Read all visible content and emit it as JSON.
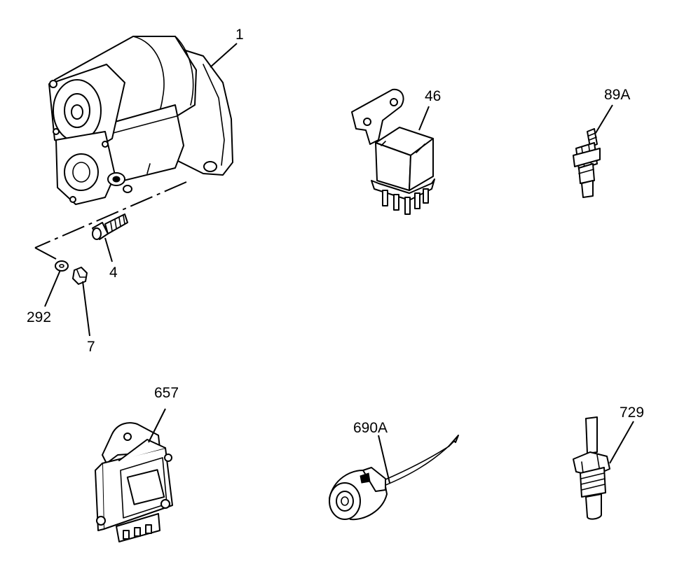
{
  "diagram": {
    "callouts": {
      "starter": "1",
      "bolt": "4",
      "washer": "292",
      "nut": "7",
      "relay": "46",
      "sender_89a": "89A",
      "controller": "657",
      "sensor_690a": "690A",
      "sender_729": "729"
    }
  }
}
